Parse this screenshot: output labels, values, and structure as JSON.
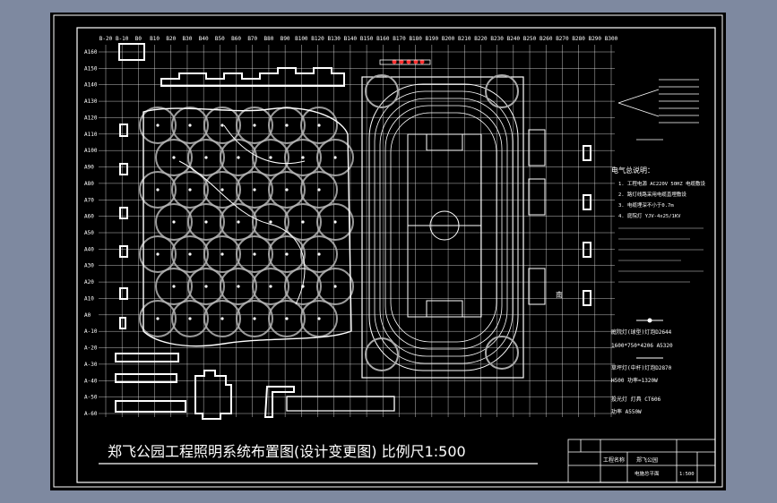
{
  "drawing": {
    "title": "郑飞公园工程照明系统布置图(设计变更图) 比例尺1:500",
    "column_labels": [
      "B-20",
      "B-10",
      "B0",
      "B10",
      "B20",
      "B30",
      "B40",
      "B50",
      "B60",
      "B70",
      "B80",
      "B90",
      "B100",
      "B120",
      "B130",
      "B140",
      "B150",
      "B160",
      "B170",
      "B180",
      "B190",
      "B200",
      "B210",
      "B220",
      "B230",
      "B240",
      "B250",
      "B260",
      "B270",
      "B280",
      "B290",
      "B300"
    ],
    "row_labels": [
      "A160",
      "A150",
      "A140",
      "A130",
      "A120",
      "A110",
      "A100",
      "A90",
      "A80",
      "A70",
      "A60",
      "A50",
      "A40",
      "A30",
      "A20",
      "A10",
      "A0",
      "A-10",
      "A-20",
      "A-30",
      "A-40",
      "A-50",
      "A-60"
    ],
    "legend_heading": "电气总说明：",
    "notes": [
      "1. 工程电源 AC220V 50HZ 电缆敷设",
      "2. 路灯线路采用电缆直埋敷设",
      "3. 电缆埋深不小于0.7m",
      "4. 庭院灯 YJV-4x25/1KV"
    ],
    "spec_lines": [
      "庭院灯(球型)灯泡D2644",
      "1600*750*4206 A5320",
      "草坪灯(中杆)灯泡D2870",
      "H500 功率=1320W",
      "投光灯 灯具 CT606",
      "功率 A550W"
    ],
    "side_labels": [
      "南"
    ],
    "title_block": {
      "project": "工程名称",
      "project_value": "郑飞公园",
      "sheet": "电施总平面",
      "scale_label": "1:500"
    }
  }
}
